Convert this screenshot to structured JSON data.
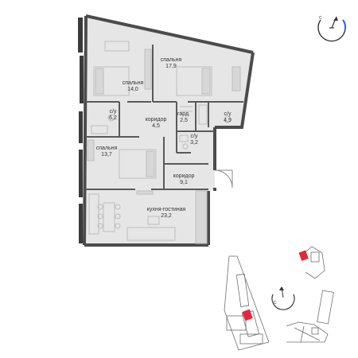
{
  "colors": {
    "wall": "#4b4b4b",
    "floor": "#e6e6e6",
    "furniture": "#cfcfcf",
    "accent": "#e8253a",
    "compass": "#333333",
    "site_lines": "#6f6f6f"
  },
  "rooms": [
    {
      "name": "спальня",
      "area": "17,9"
    },
    {
      "name": "спальня",
      "area": "14,0"
    },
    {
      "name": "с/у",
      "area": "6,2"
    },
    {
      "name": "коридор",
      "area": "4,5"
    },
    {
      "name": "гард.",
      "area": "2,5"
    },
    {
      "name": "с/у",
      "area": "4,9"
    },
    {
      "name": "с/у",
      "area": "3,2"
    },
    {
      "name": "спальня",
      "area": "13,7"
    },
    {
      "name": "коридор",
      "area": "9,1"
    },
    {
      "name": "кухня-гостиная",
      "area": "23,2"
    }
  ],
  "compass_top": {
    "letter": "С",
    "icon": "north-arrow-icon"
  },
  "compass_site": {
    "letter": "С",
    "icon": "north-arrow-icon"
  }
}
